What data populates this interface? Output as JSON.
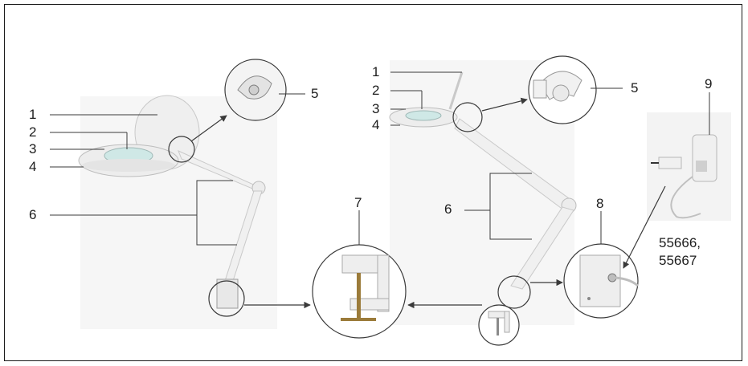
{
  "left_lamp": {
    "callouts": {
      "c1": "1",
      "c2": "2",
      "c3": "3",
      "c4": "4",
      "c5": "5",
      "c6": "6"
    }
  },
  "clamp_detail": {
    "callout": "7"
  },
  "right_lamp": {
    "callouts": {
      "c1": "1",
      "c2": "2",
      "c3": "3",
      "c4": "4",
      "c5": "5",
      "c6": "6"
    }
  },
  "power_socket_detail": {
    "callout": "8"
  },
  "power_adapter": {
    "callout": "9",
    "model_line1": "55666,",
    "model_line2": "55667"
  },
  "colors": {
    "line": "#3a3a3a",
    "lamp_body": "#f2f2f2",
    "lens": "#cfe8e6",
    "backdrop": "#f6f6f6"
  }
}
